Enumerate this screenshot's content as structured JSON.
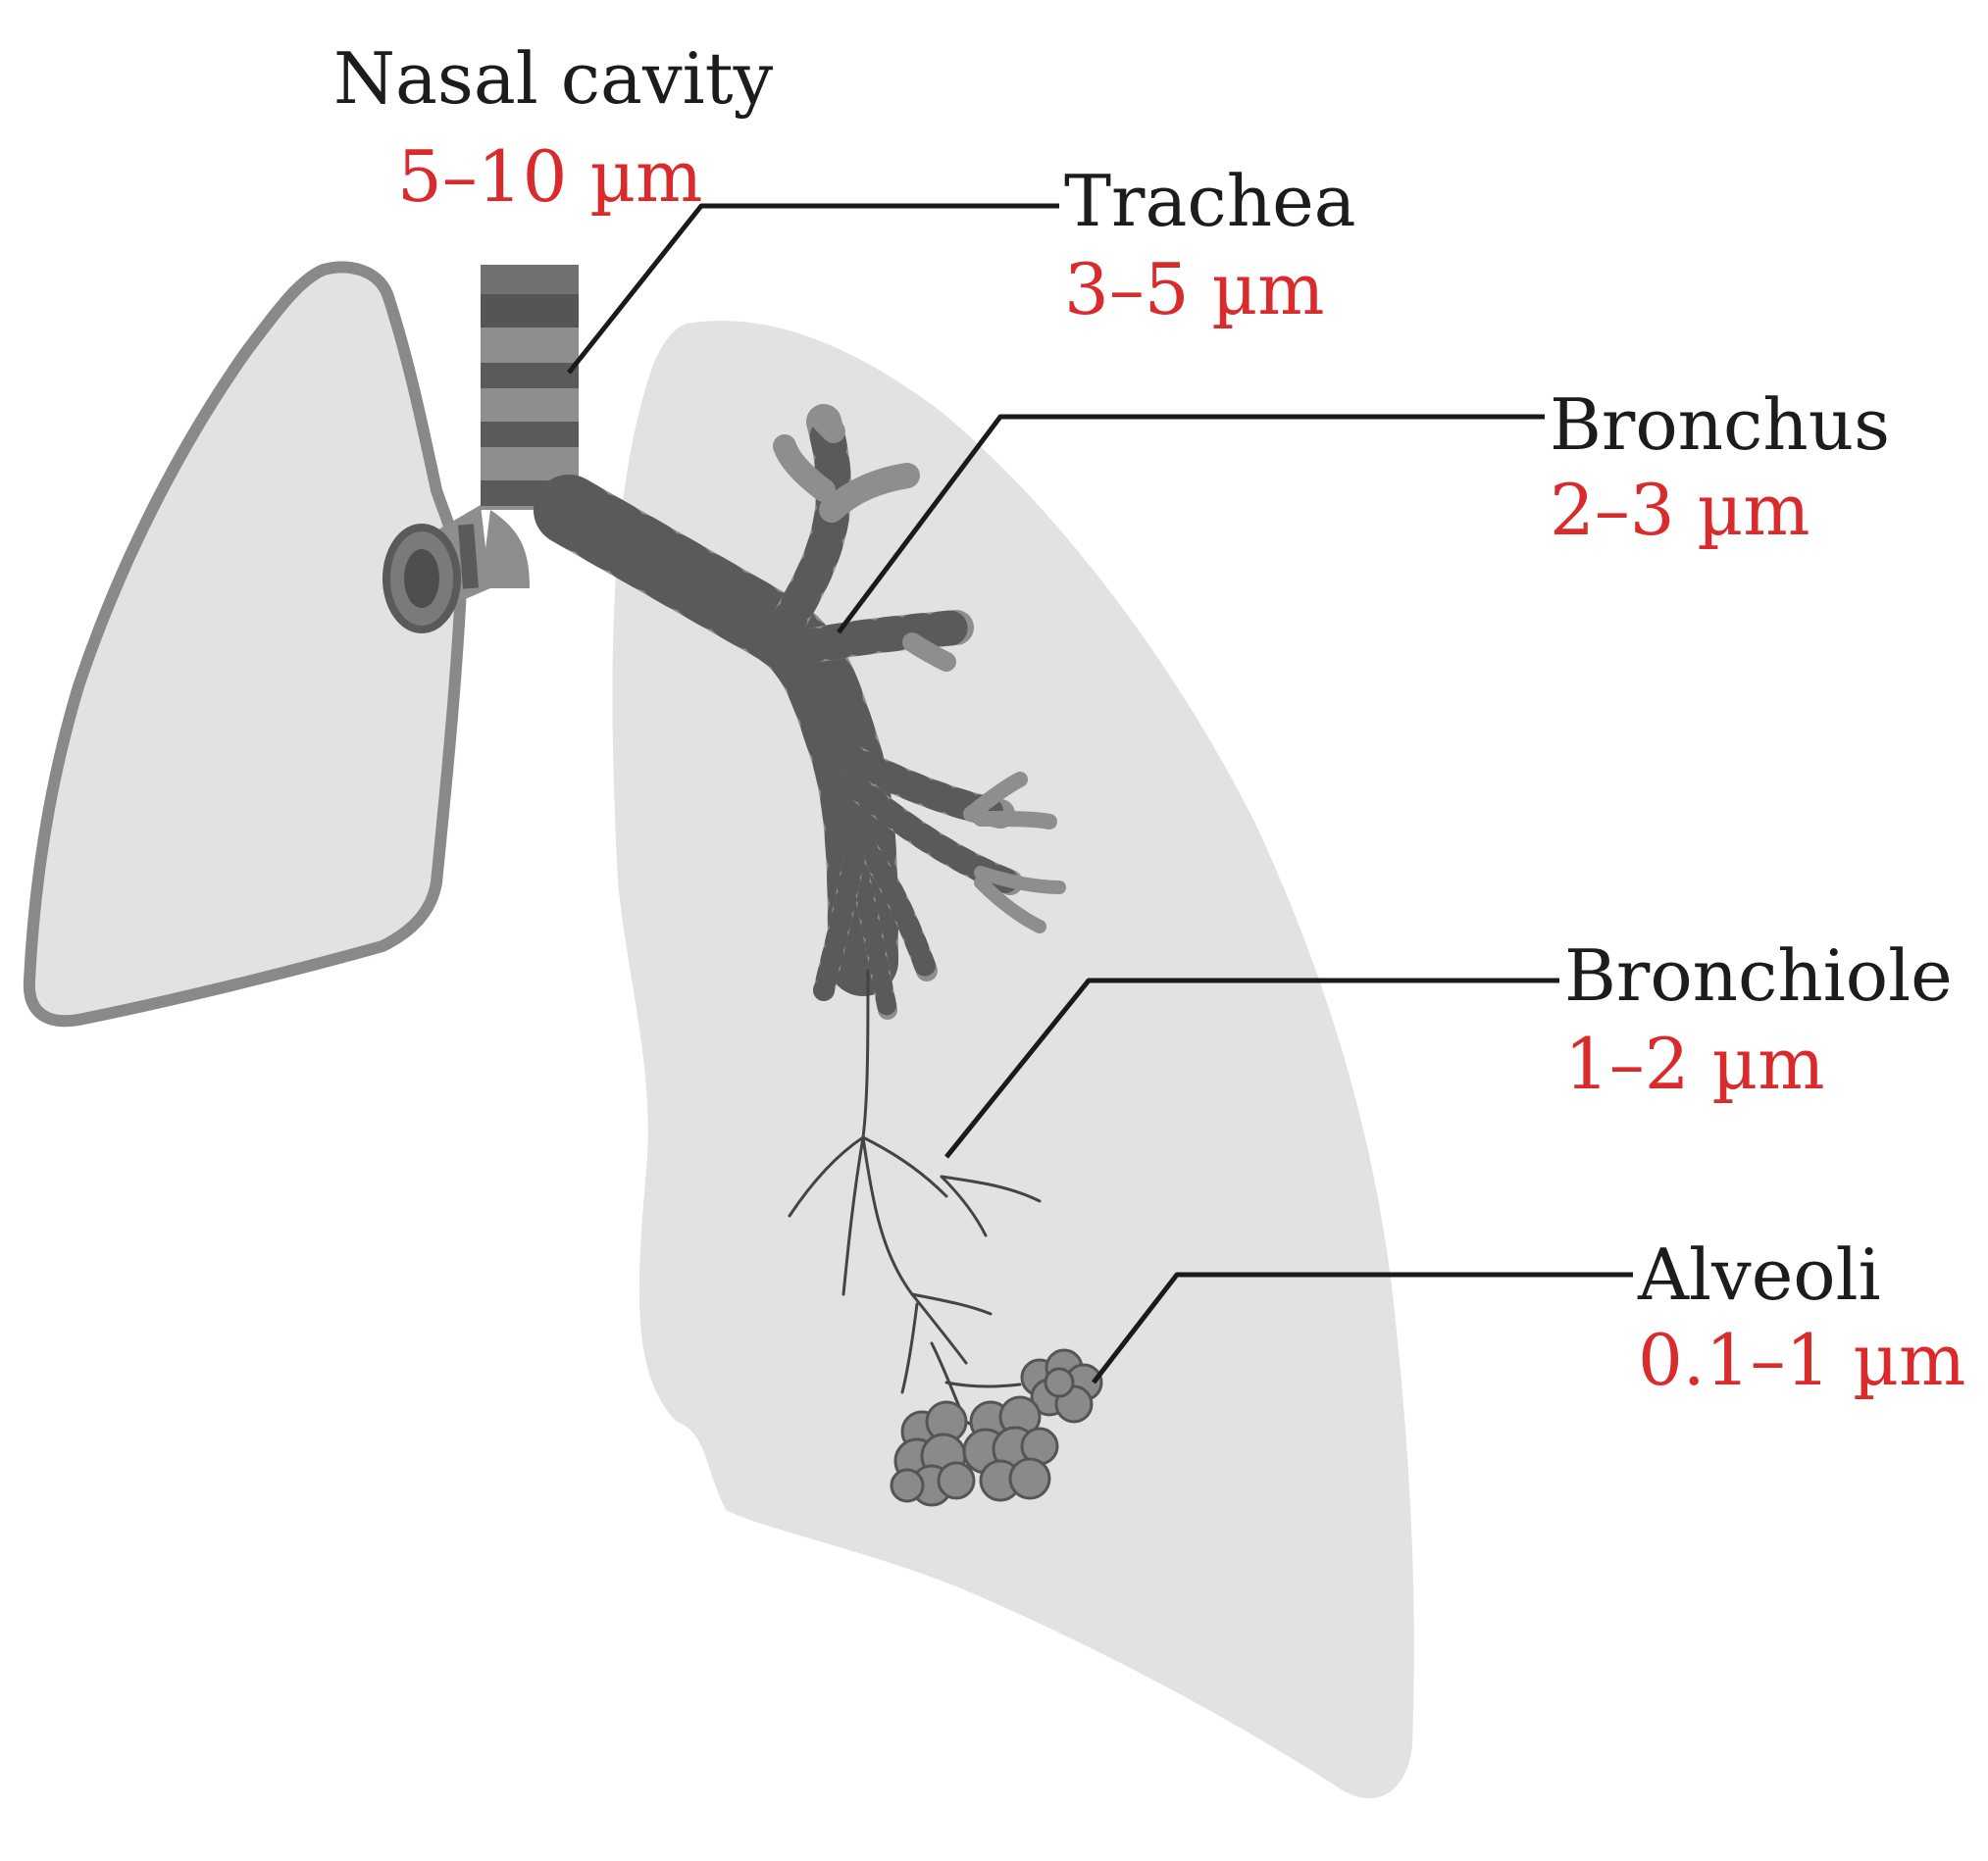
{
  "colors": {
    "label_text": "#1c1c1c",
    "size_text": "#d92b2b",
    "lung_fill": "#e1e3e3",
    "lung_outline": "#8a8888",
    "airway_light": "#8e8e8e",
    "airway_dark": "#5a5a5a",
    "leader_line": "#1a1a1a"
  },
  "labels": [
    {
      "id": "nasal-cavity",
      "name": "Nasal cavity",
      "size": "5–10 µm"
    },
    {
      "id": "trachea",
      "name": "Trachea",
      "size": "3–5 µm"
    },
    {
      "id": "bronchus",
      "name": "Bronchus",
      "size": "2–3 µm"
    },
    {
      "id": "bronchiole",
      "name": "Bronchiole",
      "size": "1–2 µm"
    },
    {
      "id": "alveoli",
      "name": "Alveoli",
      "size": "0.1–1 µm"
    }
  ]
}
